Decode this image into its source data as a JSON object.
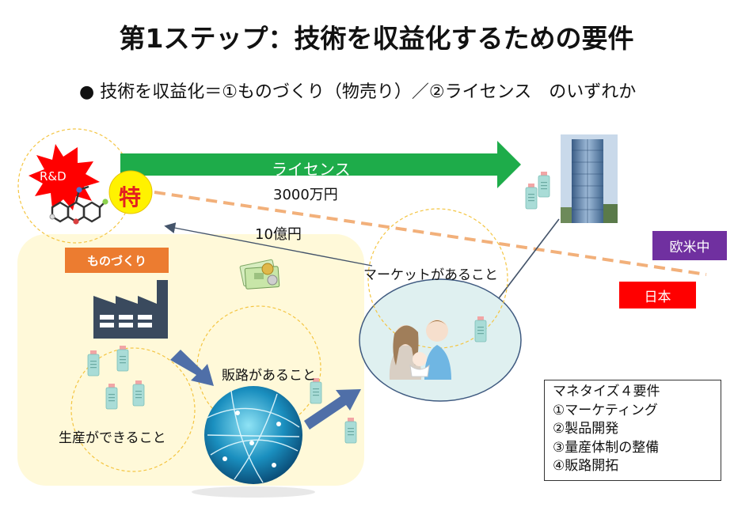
{
  "title": "第1ステップ：技術を収益化するための要件",
  "bullet": "● 技術を収益化＝①ものづくり（物売り）／②ライセンス　のいずれか",
  "rd_label": "R&D",
  "patent_label": "特",
  "license_label": "ライセンス",
  "license_fee": "3000万円",
  "revenue": "10億円",
  "monozukuri_label": "ものづくり",
  "market_label": "マーケットがあること",
  "channel_label": "販路があること",
  "production_label": "生産ができること",
  "region_west": "欧米中",
  "region_japan": "日本",
  "requirements": {
    "heading": "マネタイズ４要件",
    "items": [
      "①マーケティング",
      "②製品開発",
      "③量産体制の整備",
      "④販路開拓"
    ]
  },
  "colors": {
    "license_arrow": "#1eac4a",
    "monozukuri_box": "#ec7c30",
    "west_box": "#7030a0",
    "japan_box": "#ff0000",
    "factory_panel": "#fff9d9",
    "dashed_circle": "#f4c542",
    "market_circle": "#dff0f0",
    "orange_dash": "#f2b07a",
    "blue_arrow": "#4f6fa8"
  }
}
